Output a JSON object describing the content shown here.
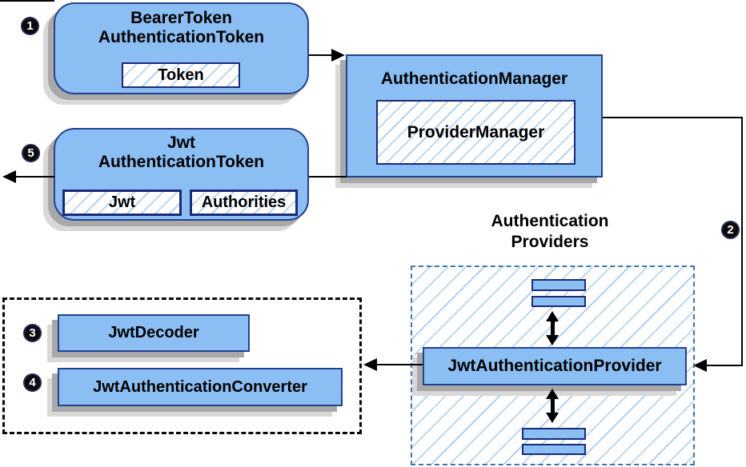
{
  "nodes": {
    "bearer_token": {
      "title_line1": "BearerToken",
      "title_line2": "AuthenticationToken",
      "chip_token": "Token"
    },
    "authentication_manager": {
      "title": "AuthenticationManager",
      "chip_provider_manager": "ProviderManager"
    },
    "jwt_authentication_token": {
      "title_line1": "Jwt",
      "title_line2": "AuthenticationToken",
      "chip_jwt": "Jwt",
      "chip_authorities": "Authorities"
    },
    "jwt_authentication_provider": {
      "label": "JwtAuthenticationProvider"
    },
    "jwt_decoder": {
      "label": "JwtDecoder"
    },
    "jwt_authentication_converter": {
      "label": "JwtAuthenticationConverter"
    }
  },
  "groups": {
    "authentication_providers": {
      "title_line1": "Authentication",
      "title_line2": "Providers"
    }
  },
  "steps": {
    "one": "1",
    "two": "2",
    "three": "3",
    "four": "4",
    "five": "5"
  },
  "colors": {
    "box_fill": "#8bbef3",
    "box_border": "#24418e",
    "chip_border": "#1b2a78",
    "hatch_line": "#a6cbf0",
    "dashed_blue_border": "#4272b0",
    "dashed_black_border": "#0a0a0a",
    "shadow_dark": "#a8a8a8",
    "shadow_light": "#d8d8d8",
    "arrow": "#000000",
    "badge_background": "#0b0b0e",
    "badge_text": "#ffffff"
  }
}
